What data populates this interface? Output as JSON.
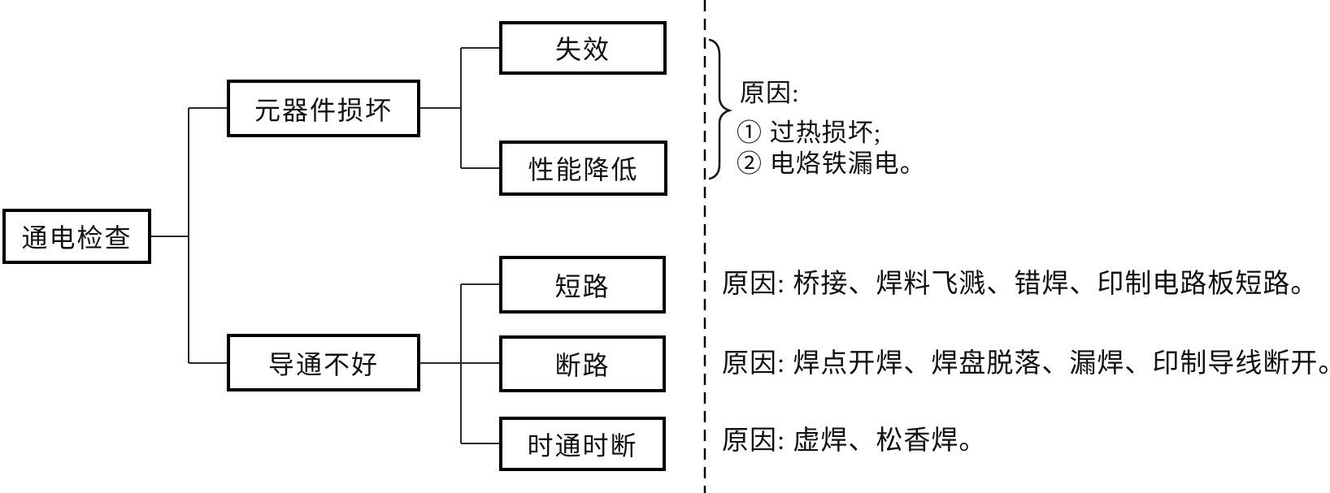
{
  "diagram": {
    "root": {
      "label": "通电检查"
    },
    "branches": [
      {
        "label": "元器件损坏",
        "children": [
          {
            "label": "失效"
          },
          {
            "label": "性能降低"
          }
        ]
      },
      {
        "label": "导通不好",
        "children": [
          {
            "label": "短路"
          },
          {
            "label": "断路"
          },
          {
            "label": "时通时断"
          }
        ]
      }
    ],
    "annotations": {
      "grouped": {
        "applies_to": "元器件损坏",
        "title": "原因:",
        "items": [
          "① 过热损坏;",
          "② 电烙铁漏电。"
        ]
      },
      "rows": [
        {
          "applies_to": "短路",
          "text": "原因: 桥接、焊料飞溅、错焊、印制电路板短路。"
        },
        {
          "applies_to": "断路",
          "text": "原因: 焊点开焊、焊盘脱落、漏焊、印制导线断开。"
        },
        {
          "applies_to": "时通时断",
          "text": "原因: 虚焊、松香焊。"
        }
      ]
    },
    "colors": {
      "box_border": "#000000",
      "connector_line": "#2b2b2b",
      "separator_line": "#000000",
      "background": "#ffffff",
      "text": "#111111"
    }
  }
}
